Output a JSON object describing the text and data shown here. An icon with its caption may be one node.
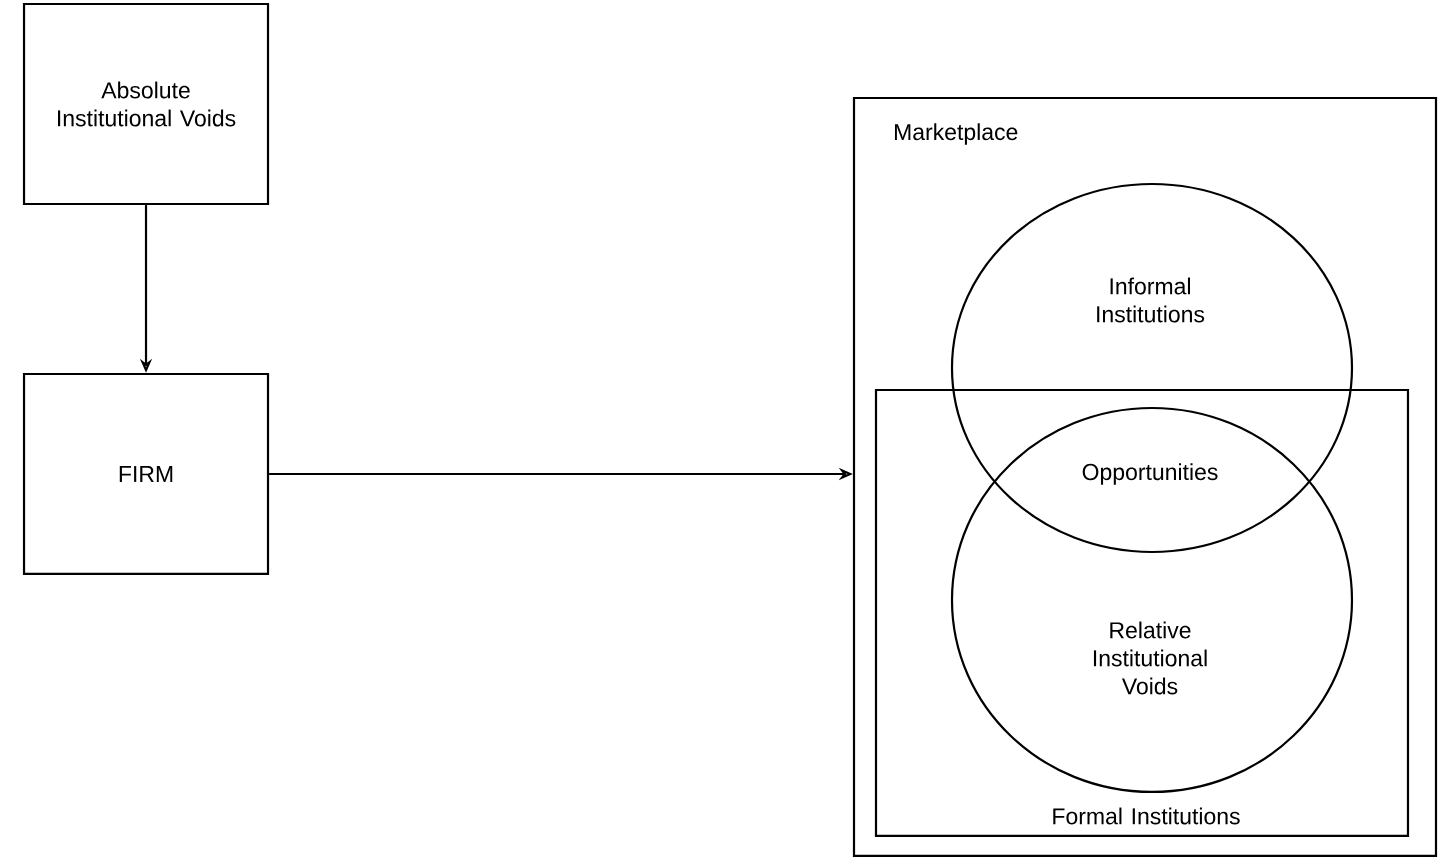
{
  "diagram": {
    "nodes": [
      {
        "text": [
          "Absolute Institutional Voids"
        ]
      },
      {
        "text": [
          "FIRM"
        ]
      },
      {
        "text": [
          "Marketplace"
        ]
      },
      {
        "text": [
          "Informal Institutions"
        ],
        "in": 2
      },
      {
        "text": [
          "Formal Institutions"
        ],
        "in": 2
      },
      {
        "text": [
          "Relative Institutional Voids"
        ],
        "in": 4
      }
    ],
    "edges": [
      {
        "from": 0,
        "to": 1,
        "arrow": "to"
      },
      {
        "from": 1,
        "to": 2,
        "arrow": "to"
      }
    ],
    "labels": [
      "Opportunities"
    ]
  }
}
